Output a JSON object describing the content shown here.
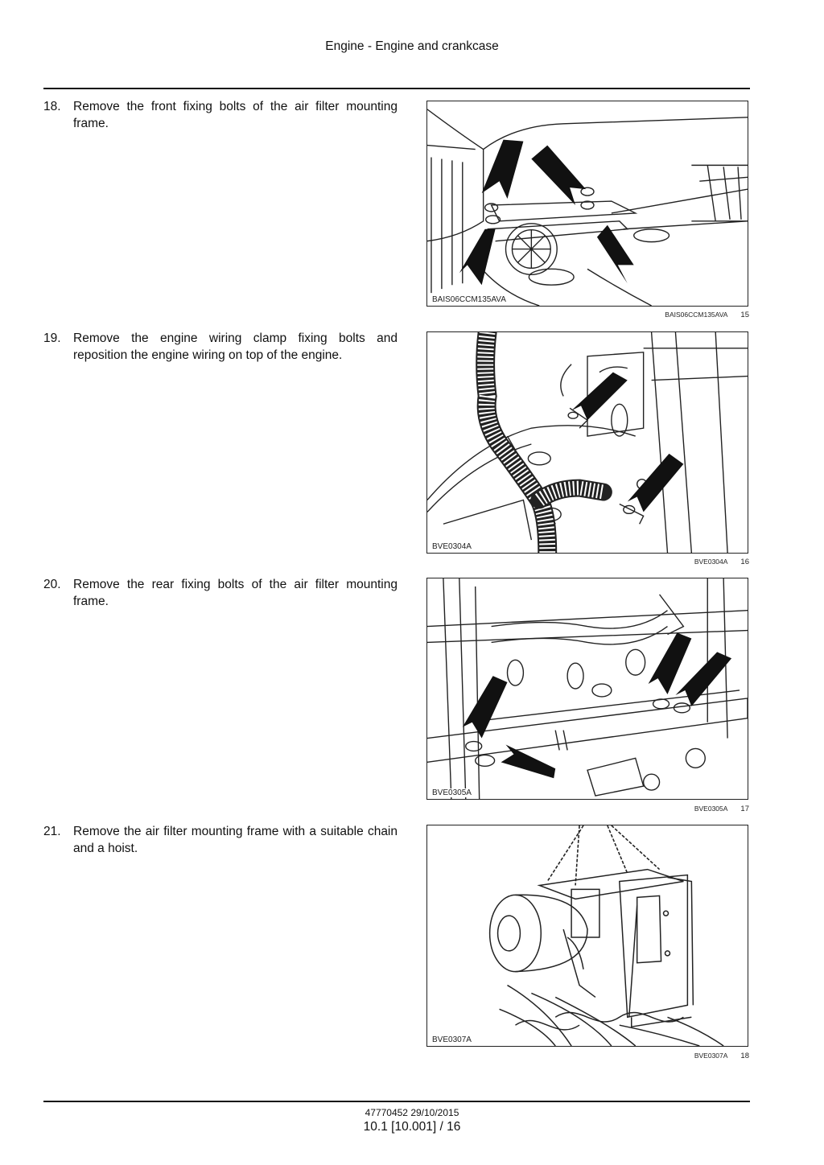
{
  "header": {
    "title": "Engine - Engine and crankcase"
  },
  "steps": [
    {
      "number": "18.",
      "text": "Remove the front fixing bolts of the air filter mounting frame.",
      "figure": {
        "inner_label": "BAIS06CCM135AVA",
        "caption_code": "BAIS06CCM135AVA",
        "caption_number": "15"
      }
    },
    {
      "number": "19.",
      "text": "Remove the engine wiring clamp fixing bolts and reposition the engine wiring on top of the engine.",
      "figure": {
        "inner_label": "BVE0304A",
        "caption_code": "BVE0304A",
        "caption_number": "16"
      }
    },
    {
      "number": "20.",
      "text": "Remove the rear fixing bolts of the air filter mounting frame.",
      "figure": {
        "inner_label": "BVE0305A",
        "caption_code": "BVE0305A",
        "caption_number": "17"
      }
    },
    {
      "number": "21.",
      "text": "Remove the air filter mounting frame with a suitable chain and a hoist.",
      "figure": {
        "inner_label": "BVE0307A",
        "caption_code": "BVE0307A",
        "caption_number": "18"
      }
    }
  ],
  "footer": {
    "doc_ref": "47770452 29/10/2015",
    "page_ref": "10.1 [10.001] / 16"
  }
}
